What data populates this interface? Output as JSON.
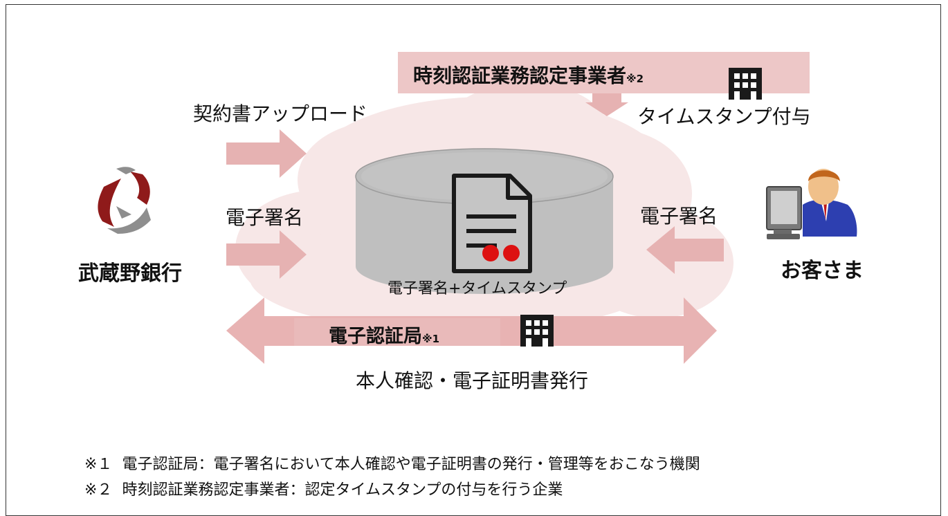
{
  "diagram": {
    "tsa": {
      "label": "時刻認証業務認定事業者",
      "note_mark": "※2"
    },
    "timestamp_label": "タイムスタンプ付与",
    "upload_label": "契約書アップロード",
    "esign_left_label": "電子署名",
    "esign_right_label": "電子署名",
    "bank_label": "武蔵野銀行",
    "customer_label": "お客さま",
    "db_label": "電子署名+タイムスタンプ",
    "ca": {
      "label": "電子認証局",
      "note_mark": "※1"
    },
    "cert_label": "本人確認・電子証明書発行"
  },
  "footnotes": [
    {
      "mark": "※１",
      "text": "電子認証局：電子署名において本人確認や電子証明書の発行・管理等をおこなう機関"
    },
    {
      "mark": "※２",
      "text": "時刻認証業務認定事業者：認定タイムスタンプの付与を行う企業"
    }
  ],
  "colors": {
    "arrow": "#e8b3b3",
    "band": "#edc7c7",
    "cloud": "#f7e7e7",
    "cylinder": "#bfbfbf",
    "stamp": "#dd1111",
    "logo_red": "#8f1a1a",
    "logo_gray": "#8e8e8e"
  },
  "icons": {
    "building": "building-icon",
    "document": "document-icon",
    "logo": "bank-logo-icon",
    "customer": "customer-at-pc-icon"
  }
}
